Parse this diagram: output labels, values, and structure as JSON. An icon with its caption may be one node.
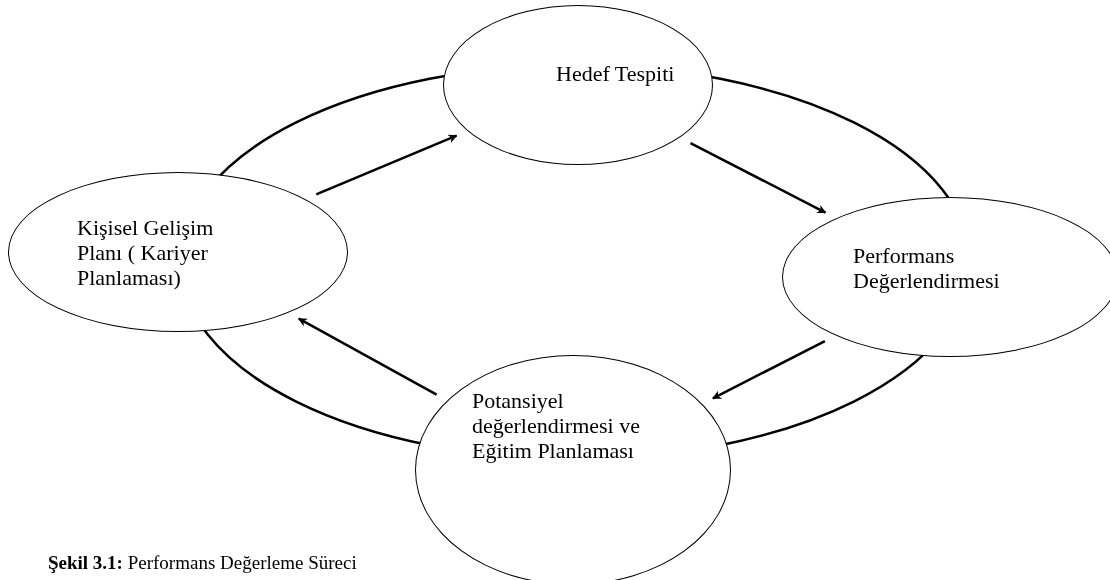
{
  "diagram": {
    "caption": "**Şekil 3.1:** Performans Değerleme Süreci",
    "nodes": [
      {
        "text": [
          "Hedef Tespiti"
        ]
      },
      {
        "text": [
          "Kişisel Gelişim Planı ( Kariyer Planlaması)"
        ]
      },
      {
        "text": [
          "Performans Değerlendirmesi"
        ]
      },
      {
        "text": [
          "Potansiyel değerlendirmesi ve Eğitim Planlaması"
        ]
      }
    ],
    "edges": [
      {
        "from": 1,
        "to": 0,
        "arrow": "to"
      },
      {
        "from": 0,
        "to": 2,
        "arrow": "to"
      },
      {
        "from": 2,
        "to": 3,
        "arrow": "to"
      },
      {
        "from": 3,
        "to": 1,
        "arrow": "to"
      }
    ]
  }
}
